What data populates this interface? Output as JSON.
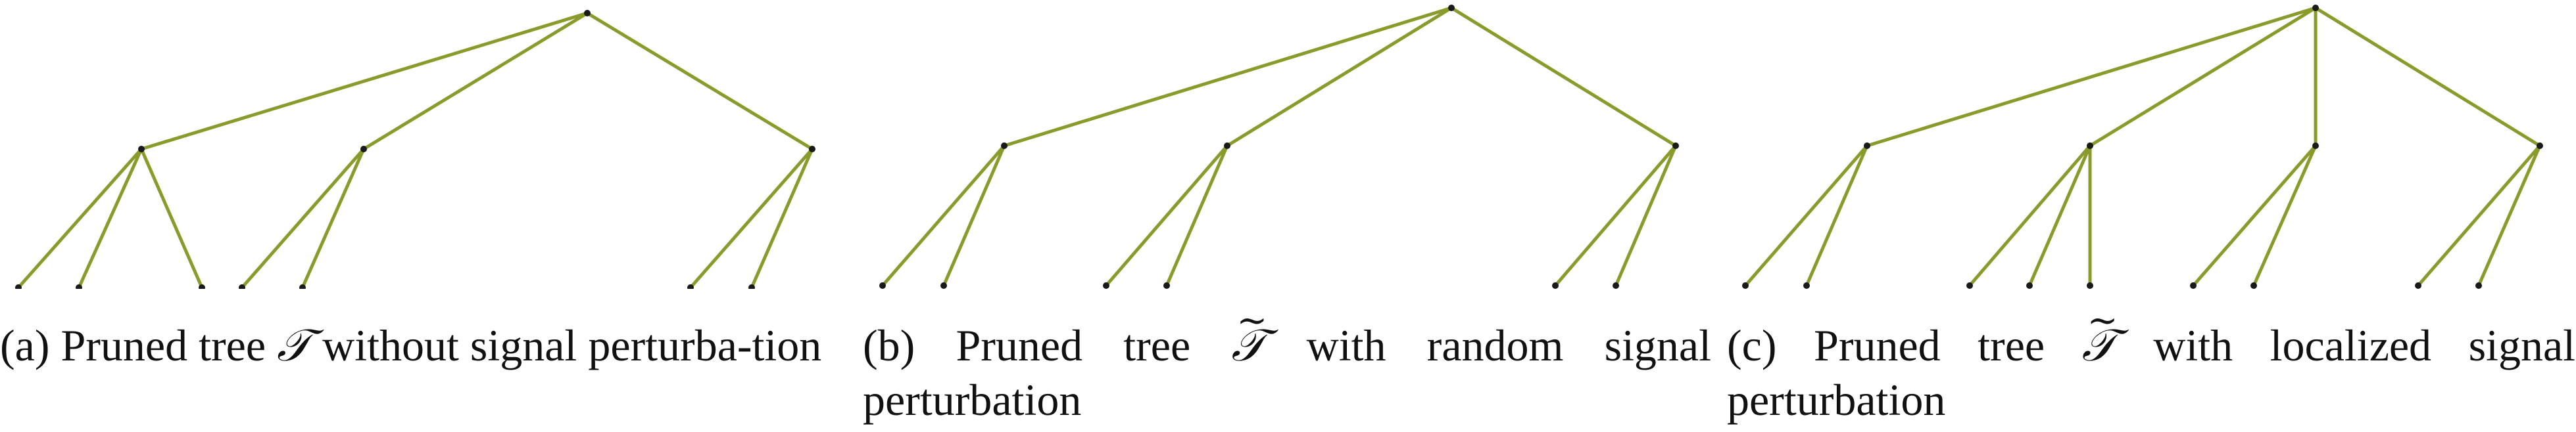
{
  "diagram": {
    "edge_color": "#8a9a2b",
    "node_color": "#1a1a1a",
    "panels": [
      {
        "id": "a",
        "caption_prefix": "(a) Pruned tree",
        "caption_symbol": "𝒯",
        "caption_suffix": "without signal perturba-tion",
        "tilde": false,
        "branches": [
          3,
          2,
          2
        ]
      },
      {
        "id": "b",
        "caption_prefix": "(b) Pruned tree",
        "caption_symbol": "𝒯",
        "caption_suffix": "with random signal perturbation",
        "tilde": true,
        "branches": [
          2,
          2,
          2
        ]
      },
      {
        "id": "c",
        "caption_prefix": "(c) Pruned tree",
        "caption_symbol": "𝒯",
        "caption_suffix": "with localized signal perturbation",
        "tilde": true,
        "branches": [
          2,
          3,
          2,
          2
        ]
      }
    ]
  }
}
